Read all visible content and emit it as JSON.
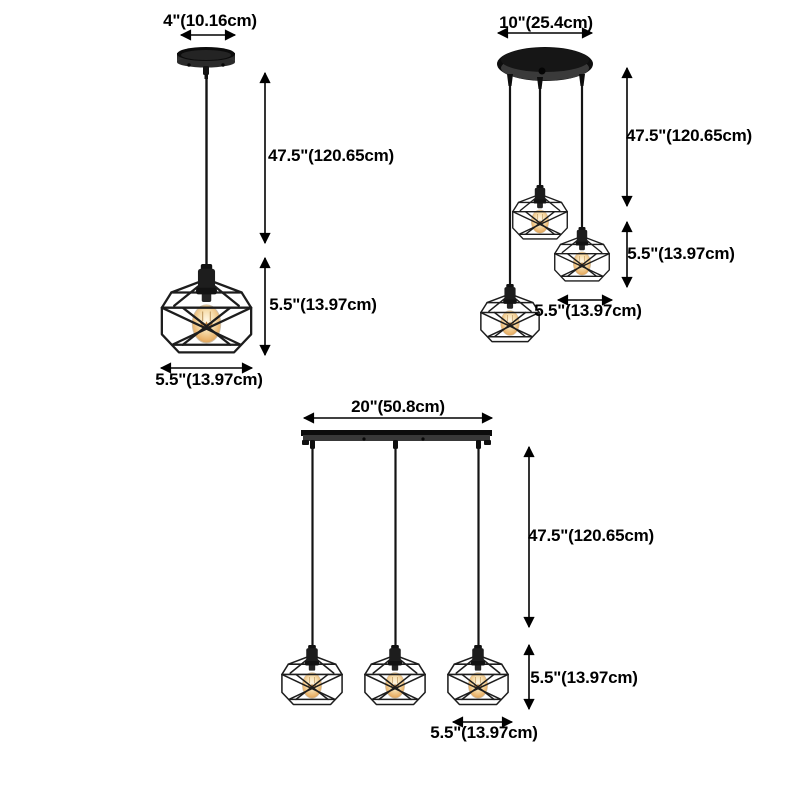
{
  "page": {
    "description": "Industrial black metal cage pendant light dimension diagram",
    "background": "#ffffff",
    "text_color": "#000000",
    "line_color": "#1a1a1a",
    "bulb_glow_color": "#f0cf9a"
  },
  "icons": {
    "cage_shade": "geometric-wire-cage-shade-illustration",
    "bulb": "edison-bulb-illustration",
    "round_canopy_small": "round-canopy-side-view-illustration",
    "round_canopy_large": "round-canopy-perspective-illustration",
    "linear_canopy": "linear-bar-canopy-illustration",
    "dimension_arrow": "double-headed-dimension-arrow"
  },
  "figures": [
    {
      "name": "single-pendant",
      "labels": {
        "canopy_width": "4\"(10.16cm)",
        "drop_height": "47.5\"(120.65cm)",
        "shade_height": "5.5\"(13.97cm)",
        "shade_width": "5.5\"(13.97cm)"
      }
    },
    {
      "name": "three-light-round-cluster",
      "labels": {
        "canopy_width": "10\"(25.4cm)",
        "drop_height": "47.5\"(120.65cm)",
        "shade_height": "5.5\"(13.97cm)",
        "shade_width": "5.5\"(13.97cm)"
      }
    },
    {
      "name": "three-light-linear",
      "labels": {
        "canopy_width": "20\"(50.8cm)",
        "drop_height": "47.5\"(120.65cm)",
        "shade_height": "5.5\"(13.97cm)",
        "shade_width": "5.5\"(13.97cm)"
      }
    }
  ]
}
